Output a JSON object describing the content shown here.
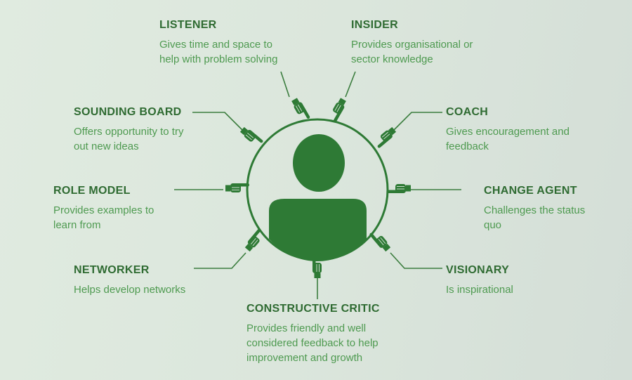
{
  "colors": {
    "dark_green": "#2f6b32",
    "text_green": "#4e9a50",
    "fill_green": "#2e7a35",
    "line_green": "#3b7d3e"
  },
  "center": {
    "icon": "person-silhouette-icon"
  },
  "pointer_icon": "pointing-hand-icon",
  "roles": [
    {
      "id": "listener",
      "title": "LISTENER",
      "description": "Gives time and space to help with problem solving"
    },
    {
      "id": "insider",
      "title": "INSIDER",
      "description": "Provides organisational or sector knowledge"
    },
    {
      "id": "sounding-board",
      "title": "SOUNDING BOARD",
      "description": "Offers opportunity to try out new ideas"
    },
    {
      "id": "coach",
      "title": "COACH",
      "description": "Gives encouragement and feedback"
    },
    {
      "id": "role-model",
      "title": "ROLE MODEL",
      "description": "Provides examples to learn from"
    },
    {
      "id": "change-agent",
      "title": "CHANGE AGENT",
      "description": "Challenges the status quo"
    },
    {
      "id": "networker",
      "title": "NETWORKER",
      "description": "Helps develop networks"
    },
    {
      "id": "visionary",
      "title": "VISIONARY",
      "description": "Is inspirational"
    },
    {
      "id": "constructive-critic",
      "title": "CONSTRUCTIVE CRITIC",
      "description": "Provides friendly and well considered feedback to help improvement and growth"
    }
  ]
}
